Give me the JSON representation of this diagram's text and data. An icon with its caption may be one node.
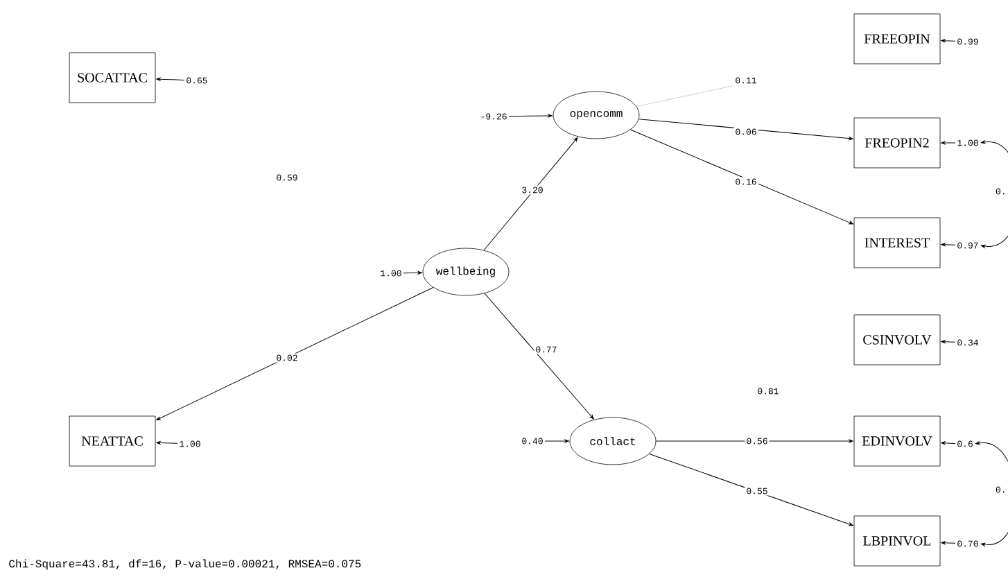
{
  "diagram": {
    "caption": "Chi-Square=43.81, df=16, P-value=0.00021, RMSEA=0.075",
    "nodes": [
      {
        "text": [
          "SOCATTAC"
        ]
      },
      {
        "text": [
          "0.65"
        ]
      },
      {
        "text": [
          "FREEOPIN"
        ]
      },
      {
        "text": [
          "0.99"
        ]
      },
      {
        "text": [
          "-9.26"
        ]
      },
      {
        "text": [
          "opencomm"
        ]
      },
      {
        "text": [
          "FREOPIN2"
        ]
      },
      {
        "text": [
          "1.00"
        ]
      },
      {
        "text": [
          "INTEREST"
        ]
      },
      {
        "text": [
          "0.97"
        ]
      },
      {
        "text": [
          "1.00"
        ]
      },
      {
        "text": [
          "wellbeing"
        ]
      },
      {
        "text": [
          "CSINVOLV"
        ]
      },
      {
        "text": [
          "0.34"
        ]
      },
      {
        "text": [
          "0.40"
        ]
      },
      {
        "text": [
          "collact"
        ]
      },
      {
        "text": [
          "EDINVOLV"
        ]
      },
      {
        "text": [
          "0.6"
        ]
      },
      {
        "text": [
          "LBPINVOL"
        ]
      },
      {
        "text": [
          "0.70"
        ]
      },
      {
        "text": [
          "NEATTAC"
        ]
      },
      {
        "text": [
          "1.00"
        ]
      }
    ],
    "edges": [
      {
        "from": 1,
        "to": 0,
        "arrow": "to"
      },
      {
        "from": 3,
        "to": 2,
        "arrow": "to"
      },
      {
        "from": 4,
        "to": 5,
        "arrow": "to"
      },
      {
        "from": 5,
        "to": null,
        "arrow": "none",
        "label": "0.11",
        "color": "#d0d0d0"
      },
      {
        "from": 5,
        "to": 6,
        "arrow": "to",
        "label": "0.06"
      },
      {
        "from": 5,
        "to": 8,
        "arrow": "to",
        "label": "0.16"
      },
      {
        "from": 7,
        "to": 6,
        "arrow": "to"
      },
      {
        "from": 9,
        "to": 8,
        "arrow": "to"
      },
      {
        "from": 7,
        "to": 9,
        "arrow": "both",
        "label": "0."
      },
      {
        "from": 10,
        "to": 11,
        "arrow": "to"
      },
      {
        "from": 11,
        "to": 5,
        "arrow": "to",
        "label": "3.20"
      },
      {
        "from": 11,
        "to": 15,
        "arrow": "to",
        "label": "0.77"
      },
      {
        "from": 11,
        "to": 20,
        "arrow": "to",
        "label": "0.02"
      },
      {
        "from": 13,
        "to": 12,
        "arrow": "to"
      },
      {
        "from": 14,
        "to": 15,
        "arrow": "to"
      },
      {
        "from": 15,
        "to": 16,
        "arrow": "to",
        "label": "0.56"
      },
      {
        "from": 15,
        "to": 18,
        "arrow": "to",
        "label": "0.55"
      },
      {
        "from": 17,
        "to": 16,
        "arrow": "to"
      },
      {
        "from": 19,
        "to": 18,
        "arrow": "to"
      },
      {
        "from": 17,
        "to": 19,
        "arrow": "both",
        "label": "0."
      },
      {
        "from": 21,
        "to": 20,
        "arrow": "to"
      }
    ],
    "labels": [
      "0.59",
      "0.81"
    ]
  }
}
